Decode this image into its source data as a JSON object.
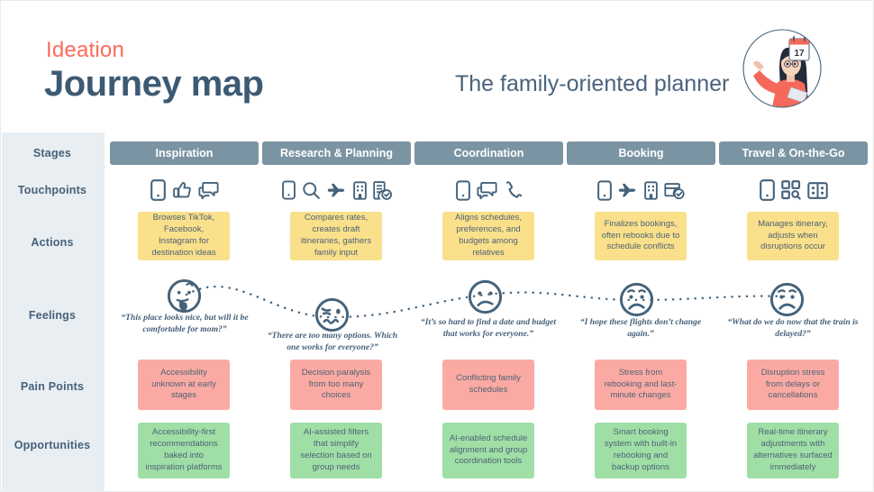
{
  "header": {
    "eyebrow": "Ideation",
    "title": "Journey map",
    "subtitle": "The family-oriented planner",
    "avatar_icon": "persona-avatar-calendar-icon",
    "calendar_day": "17"
  },
  "colors": {
    "accent": "#fa6b5a",
    "ink": "#3d5a73",
    "sidebar_bg": "#e9eef2",
    "header_chip": "#7b94a3",
    "actions": "#fae08a",
    "pain": "#fbaaa3",
    "opportunity": "#9fdfa6"
  },
  "rows": [
    {
      "label": "Stages"
    },
    {
      "label": "Touchpoints"
    },
    {
      "label": "Actions"
    },
    {
      "label": "Feelings"
    },
    {
      "label": "Pain Points"
    },
    {
      "label": "Opportunities"
    }
  ],
  "stages": [
    {
      "name": "Inspiration",
      "touchpoints": [
        "phone-icon",
        "thumbs-up-icon",
        "chat-bubbles-icon"
      ],
      "action": "Browses TikTok, Facebook, Instagram for destination ideas",
      "feeling_face": "thinking-face-icon",
      "quote": "“This place looks nice, but will it be comfortable for mom?”",
      "pain": "Accessibility unknown at early stages",
      "opportunity": "Accessibility-first recommendations baked into inspiration platforms"
    },
    {
      "name": "Research & Planning",
      "touchpoints": [
        "phone-icon",
        "magnifier-icon",
        "airplane-icon",
        "building-icon",
        "document-check-icon"
      ],
      "action": "Compares rates, creates draft itineraries, gathers family input",
      "feeling_face": "confused-face-icon",
      "quote": "“There are too many options. Which one works for everyone?”",
      "pain": "Decision paralysis from too many choices",
      "opportunity": "AI-assisted filters that simplify selection based on group needs"
    },
    {
      "name": "Coordination",
      "touchpoints": [
        "phone-icon",
        "chat-bubbles-icon",
        "phone-call-icon"
      ],
      "action": "Aligns schedules, preferences, and budgets among relatives",
      "feeling_face": "frowning-face-icon",
      "quote": "“It’s so hard to find a date and budget that works for everyone.”",
      "pain": "Conflicting family schedules",
      "opportunity": "AI-enabled schedule alignment and group coordination tools"
    },
    {
      "name": "Booking",
      "touchpoints": [
        "phone-icon",
        "airplane-icon",
        "building-icon",
        "card-check-icon"
      ],
      "action": "Finalizes bookings, often rebooks due to schedule conflicts",
      "feeling_face": "worried-face-icon",
      "quote": "“I hope these flights don’t change again.”",
      "pain": "Stress from rebooking and last-minute changes",
      "opportunity": "Smart booking system with built-in rebooking and backup options"
    },
    {
      "name": "Travel & On-the-Go",
      "touchpoints": [
        "phone-icon",
        "qr-scan-icon",
        "map-book-icon"
      ],
      "action": "Manages itinerary, adjusts when disruptions occur",
      "feeling_face": "worried-face-icon",
      "quote": "“What do we do now that the train is delayed?”",
      "pain": "Disruption stress from delays or cancellations",
      "opportunity": "Real-time itinerary adjustments with alternatives surfaced immediately"
    }
  ]
}
